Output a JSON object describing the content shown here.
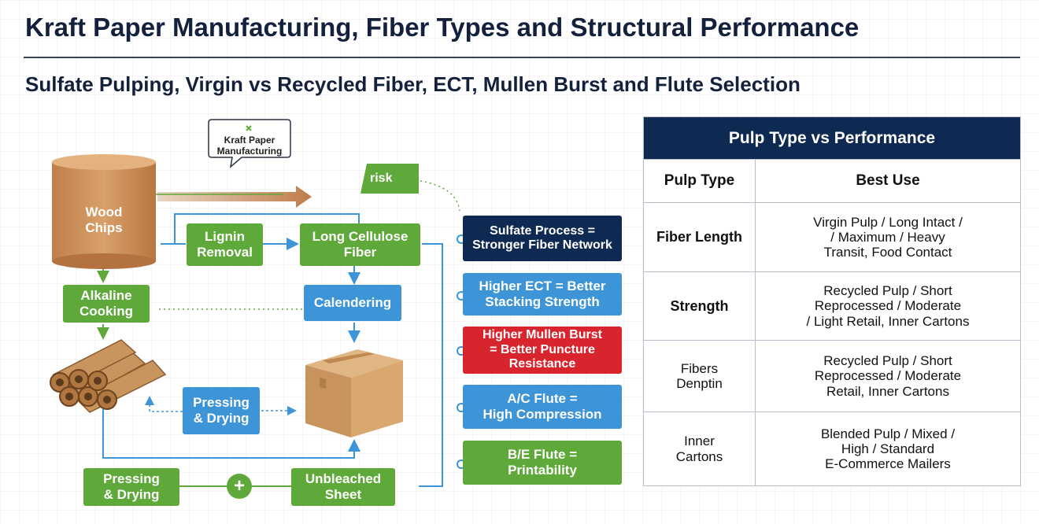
{
  "header": {
    "title": "Kraft Paper Manufacturing, Fiber Types and Structural Performance",
    "subtitle": "Sulfate Pulping, Virgin vs Recycled Fiber, ECT, Mullen Burst and Flute Selection"
  },
  "diagram": {
    "bubble_label": "Kraft Paper\nManufacturing",
    "risk_label": "risk",
    "steps": {
      "wood_chips": "Wood\nChips",
      "lignin_removal": "Lignin\nRemoval",
      "long_cellulose": "Long Cellulose\nFiber",
      "alkaline_cooking": "Alkaline\nCooking",
      "calendering": "Calendering",
      "pressing_drying_mid": "Pressing\n& Drying",
      "pressing_drying_bottom": "Pressing\n& Drying",
      "plus_symbol": "+",
      "unbleached_sheet": "Unbleached\nSheet"
    },
    "callouts": [
      {
        "text": "Sulfate Process =\nStronger Fiber Network",
        "color": "#0f2a52"
      },
      {
        "text": "Higher ECT = Better\nStacking Strength",
        "color": "#3d94d6"
      },
      {
        "text": "Higher Mullen Burst\n= Better Puncture\nResistance",
        "color": "#d8242d"
      },
      {
        "text": "A/C Flute =\nHigh Compression",
        "color": "#3d94d6"
      },
      {
        "text": "B/E Flute =\nPrintability",
        "color": "#5fa83a"
      }
    ],
    "icons": [
      "paper-roll-icon",
      "tube-stack-icon",
      "cardboard-box-icon"
    ]
  },
  "table": {
    "title": "Pulp Type vs Performance",
    "columns": [
      "Pulp Type",
      "Best Use"
    ],
    "rows": [
      {
        "type": "Fiber Length",
        "use": "Virgin Pulp / Long Intact /\n/ Maximum / Heavy\nTransit, Food Contact"
      },
      {
        "type": "Strength",
        "use": "Recycled Pulp / Short\nReprocessed / Moderate\n/ Light Retail, Inner Cartons"
      },
      {
        "type": "Fibers\nDenptin",
        "use": "Recycled Pulp / Short\nReprocessed / Moderate\nRetail, Inner Cartons"
      },
      {
        "type": "Inner\nCartons",
        "use": "Blended Pulp / Mixed /\nHigh / Standard\nE-Commerce Mailers"
      }
    ]
  }
}
